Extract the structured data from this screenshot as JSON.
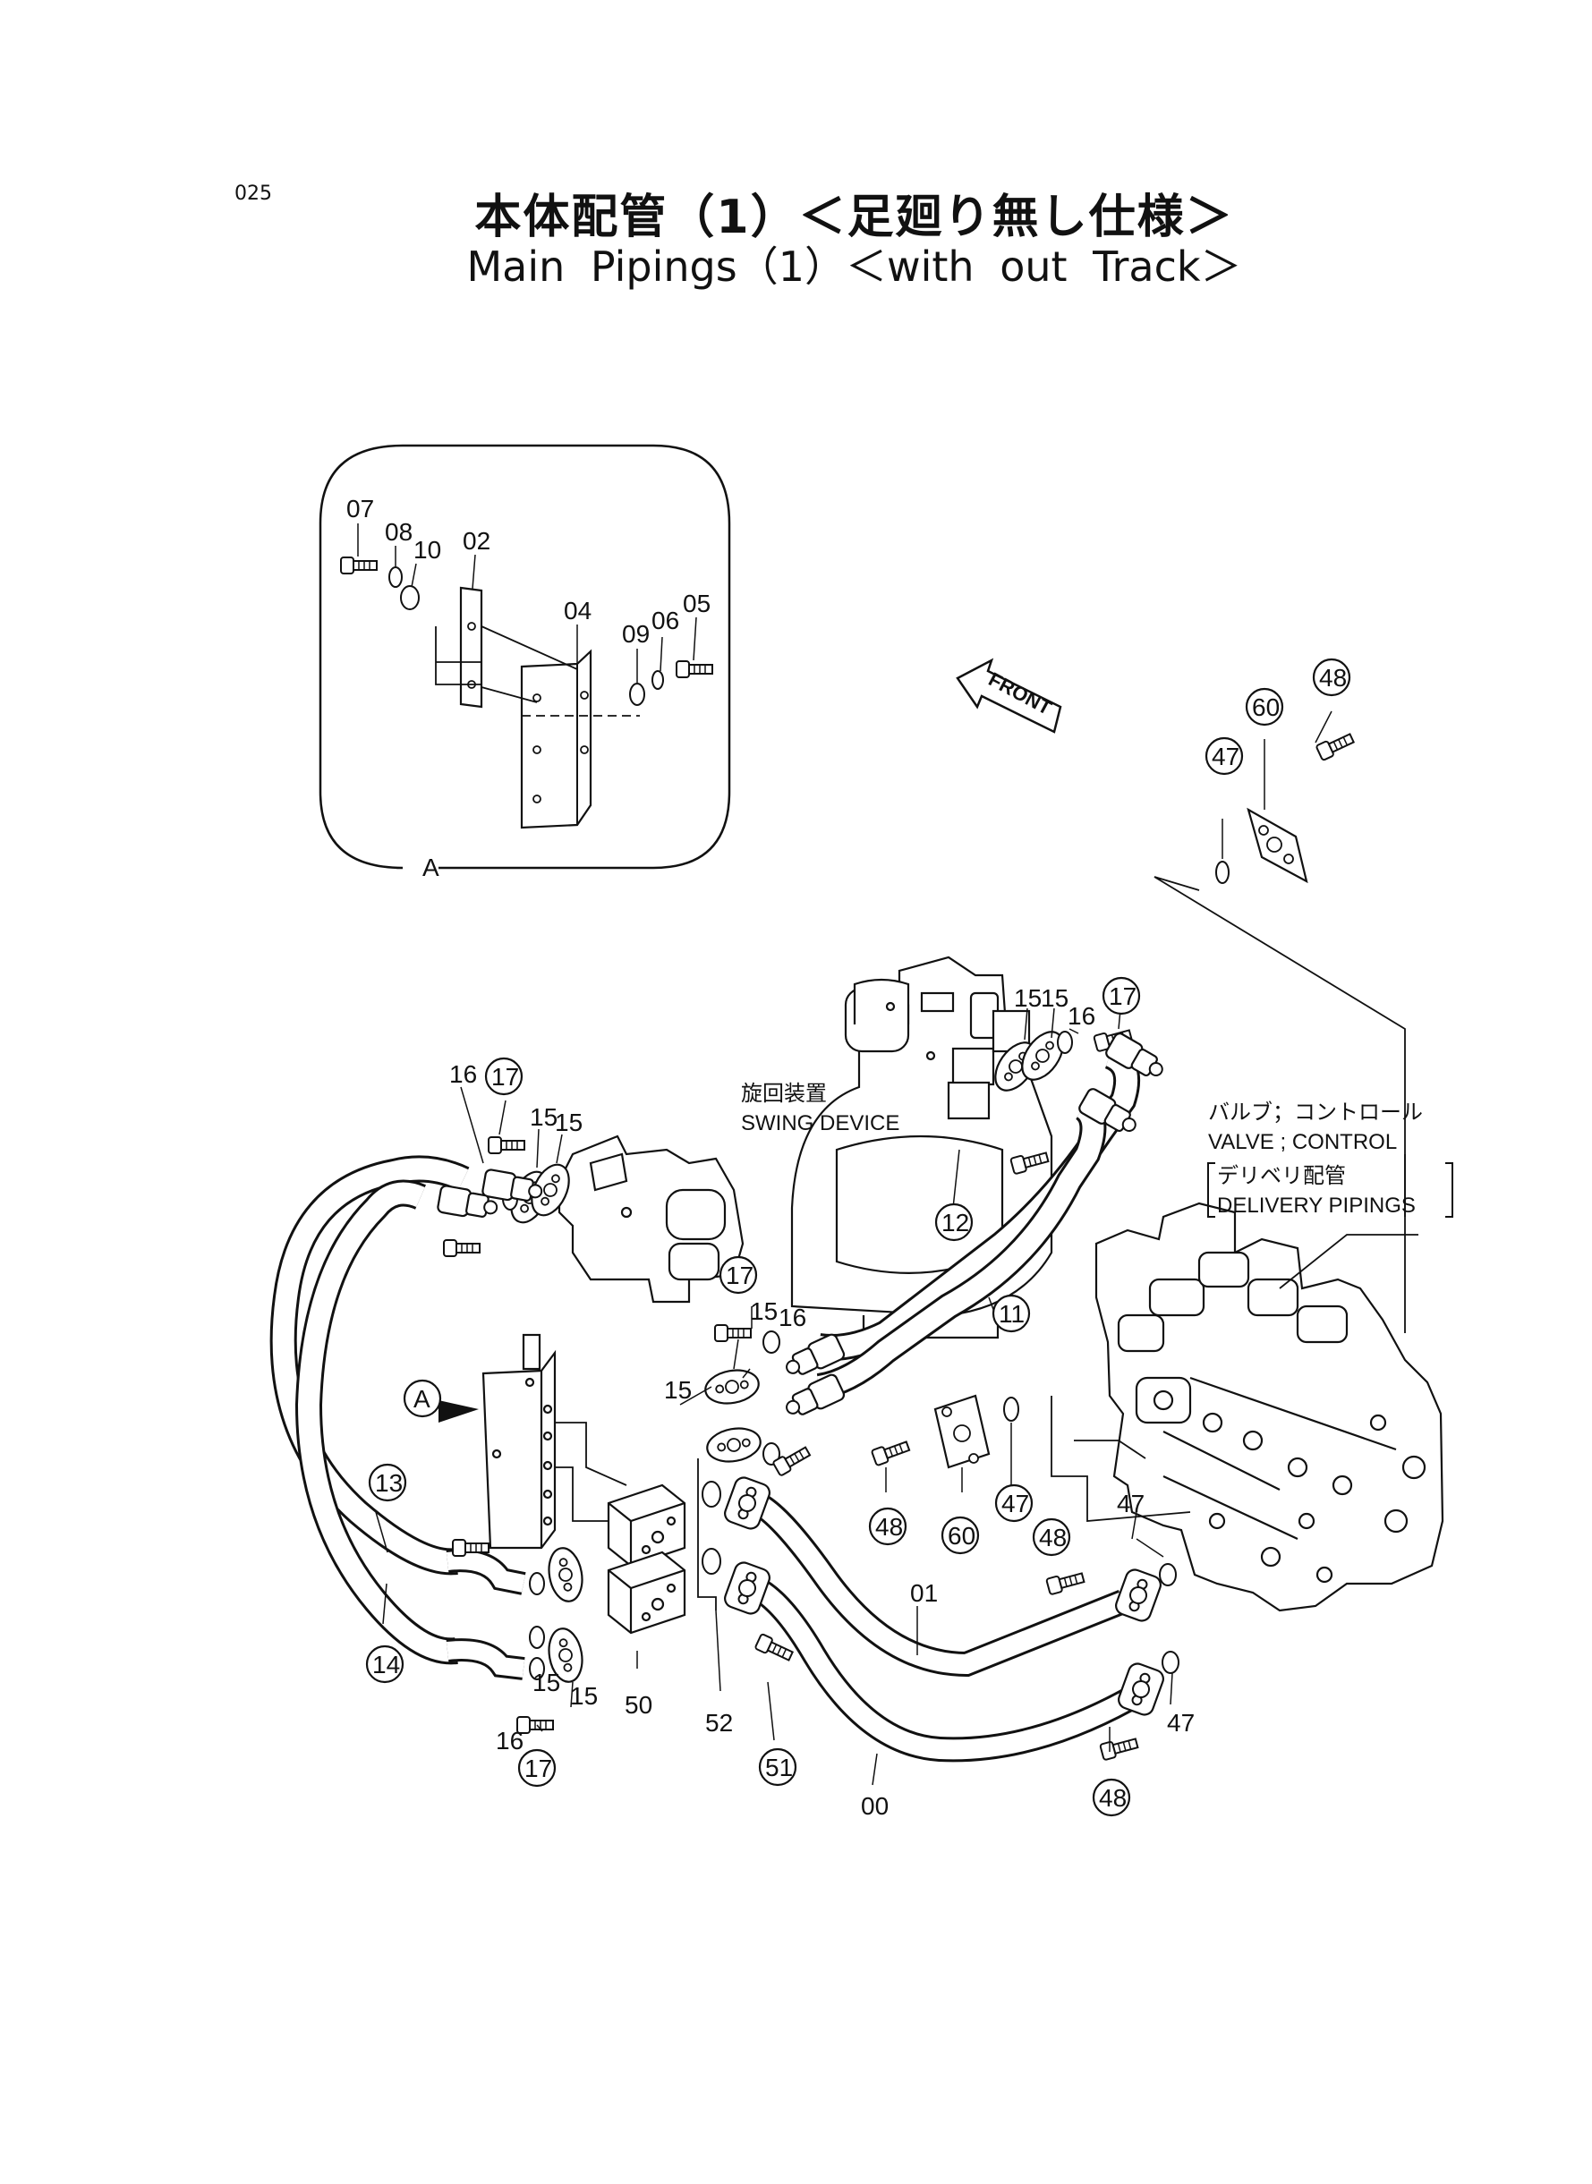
{
  "page_number": "025",
  "title_jp": "本体配管（1）＜足廻り無し仕様＞",
  "title_en": "Main Pipings（1）＜with out Track＞",
  "detail": {
    "view_label": "A",
    "parts": [
      "07",
      "08",
      "10",
      "02",
      "04",
      "09",
      "06",
      "05"
    ]
  },
  "front_label": "FRONT",
  "swing_device": {
    "jp": "旋回装置",
    "en": "SWING DEVICE"
  },
  "valve": {
    "jp": "バルブ；コントロール",
    "en": "VALVE ; CONTROL"
  },
  "delivery": {
    "jp": "デリベリ配管",
    "en": "DELIVERY PIPINGS"
  },
  "callouts": {
    "c60_top": "60",
    "c48_top": "48",
    "c47_top": "47",
    "c17_topright": "17",
    "c15a_topright": "15",
    "c15b_topright": "15",
    "c16_topright": "16",
    "c16_left": "16",
    "c17_left": "17",
    "c15a_left": "15",
    "c15b_left": "15",
    "c12": "12",
    "c11": "11",
    "c17_mid": "17",
    "c15_mid": "15",
    "c16_mid": "16",
    "c15_midleft": "15",
    "cA": "A",
    "c13": "13",
    "c14": "14",
    "c48_mid": "48",
    "c60_mid": "60",
    "c47_mid": "47",
    "c48_midright": "48",
    "c47_valve": "47",
    "c01": "01",
    "c15_bot1": "15",
    "c15_bot2": "15",
    "c16_bot": "16",
    "c17_bot": "17",
    "c50": "50",
    "c52": "52",
    "c51": "51",
    "c00": "00",
    "c47_bot": "47",
    "c48_bot": "48"
  }
}
